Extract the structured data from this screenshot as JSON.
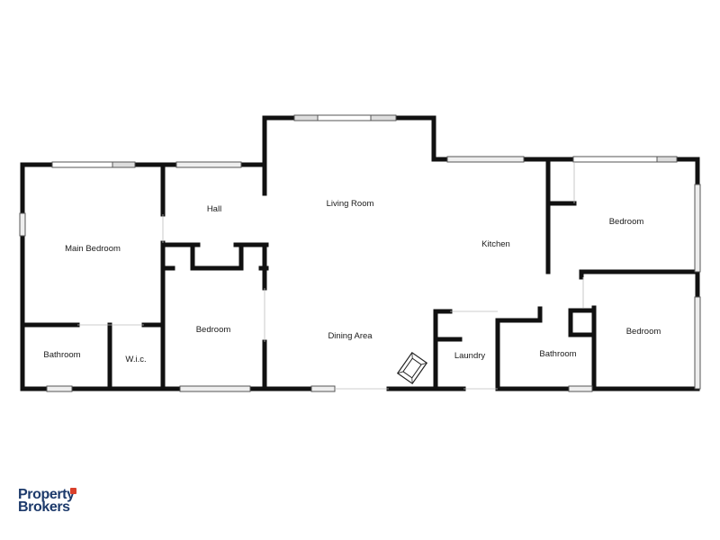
{
  "rooms": {
    "main_bedroom": "Main Bedroom",
    "hall": "Hall",
    "living_room": "Living Room",
    "kitchen": "Kitchen",
    "bedroom_ne": "Bedroom",
    "bedroom_center": "Bedroom",
    "bedroom_se": "Bedroom",
    "dining_area": "Dining Area",
    "laundry": "Laundry",
    "bathroom_sw": "Bathroom",
    "wic": "W.i.c.",
    "bathroom_se": "Bathroom"
  },
  "brand": {
    "line1": "Property",
    "line2": "Brokers"
  },
  "colors": {
    "wall": "#111111",
    "brand_blue": "#1d3a6b",
    "brand_red": "#d9402b"
  }
}
